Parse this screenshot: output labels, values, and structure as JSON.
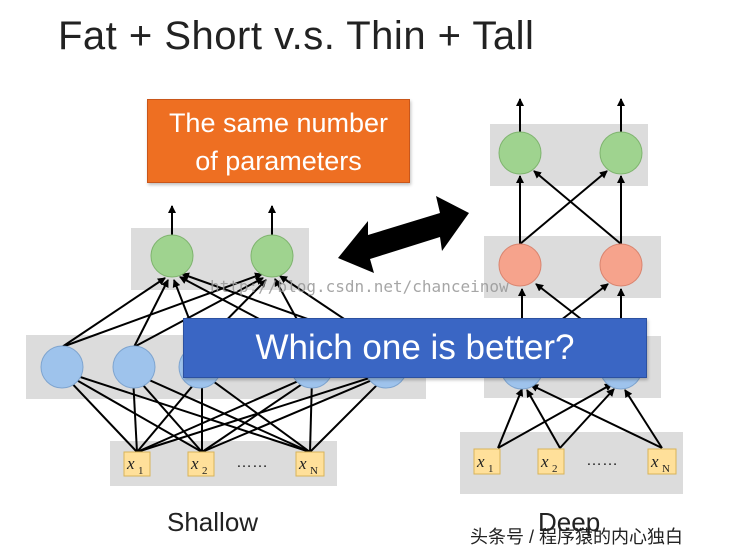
{
  "title": "Fat + Short v.s. Thin + Tall",
  "callout_same_params": [
    "The same number",
    "of parameters"
  ],
  "question": "Which one is better?",
  "watermark": "http://blog.csdn.net/chanceinow",
  "shallow_label": "Shallow",
  "deep_label": "Deep",
  "credit": "头条号 / 程序猿的内心独白",
  "inputs": {
    "x1": {
      "base": "x",
      "sub": "1"
    },
    "x2": {
      "base": "x",
      "sub": "2"
    },
    "xN": {
      "base": "x",
      "sub": "N"
    },
    "ellipsis": "……"
  },
  "colors": {
    "green_node": "#9fd38f",
    "orange_node": "#f6a38c",
    "blue_node": "#9ec3ec",
    "input_box": "#ffe09a",
    "layer_bg": "#dcdcdc",
    "callout_orange": "#ee6f22",
    "callout_blue": "#3a66c4"
  }
}
